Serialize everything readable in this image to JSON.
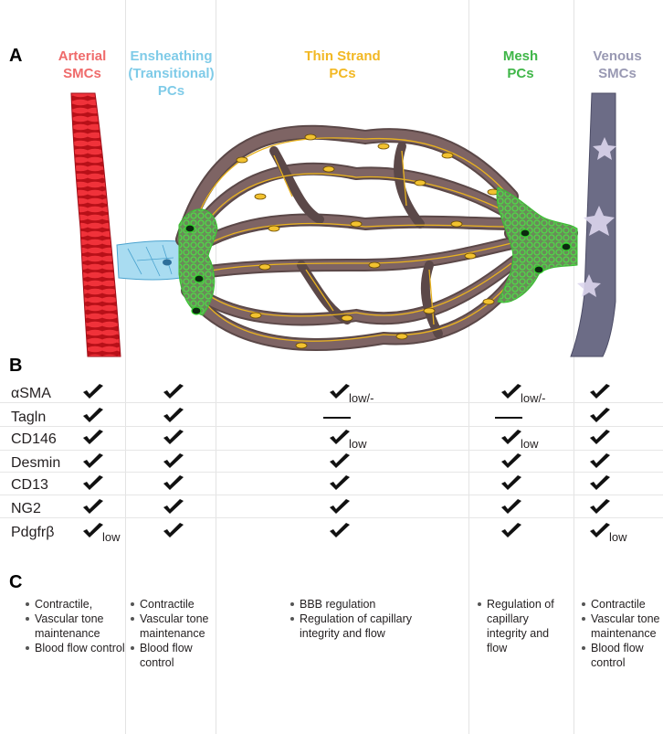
{
  "panels": {
    "a": "A",
    "b": "B",
    "c": "C"
  },
  "columns": [
    {
      "title_line1": "Arterial",
      "title_line2": "SMCs",
      "color": "#ef6b6b"
    },
    {
      "title_line1": "Ensheathing",
      "title_line2": "(Transitional)",
      "title_line3": "PCs",
      "color": "#7fcbe8"
    },
    {
      "title_line1": "Thin Strand",
      "title_line2": "PCs",
      "color": "#f2b824"
    },
    {
      "title_line1": "Mesh",
      "title_line2": "PCs",
      "color": "#3fb648"
    },
    {
      "title_line1": "Venous",
      "title_line2": "SMCs",
      "color": "#9999b3"
    }
  ],
  "markers": [
    "αSMA",
    "Tagln",
    "CD146",
    "Desmin",
    "CD13",
    "NG2",
    "Pdgfrβ"
  ],
  "expression_table": [
    [
      "check",
      "check",
      "check low/-",
      "check low/-",
      "check"
    ],
    [
      "check",
      "check",
      "dash",
      "dash",
      "check"
    ],
    [
      "check",
      "check",
      "check low",
      "check low",
      "check"
    ],
    [
      "check",
      "check",
      "check",
      "check",
      "check"
    ],
    [
      "check",
      "check",
      "check",
      "check",
      "check"
    ],
    [
      "check",
      "check",
      "check",
      "check",
      "check"
    ],
    [
      "check low",
      "check",
      "check",
      "check",
      "check low"
    ]
  ],
  "sub_labels": {
    "low_minus": "low/-",
    "low": "low"
  },
  "functions": [
    [
      "Contractile,",
      "Vascular tone maintenance",
      "Blood flow control"
    ],
    [
      "Contractile",
      "Vascular tone maintenance",
      "Blood flow control"
    ],
    [
      "BBB regulation",
      "Regulation of capillary integrity and flow"
    ],
    [
      "Regulation of capillary integrity and flow"
    ],
    [
      "Contractile",
      "Vascular tone maintenance",
      "Blood flow control"
    ]
  ],
  "illustration_colors": {
    "artery": "#e8202a",
    "ensheathing": "#a9dcf1",
    "capillary": "#6e5656",
    "thin_strand": "#e8b21f",
    "mesh": "#52c24a",
    "vein": "#76768e"
  }
}
